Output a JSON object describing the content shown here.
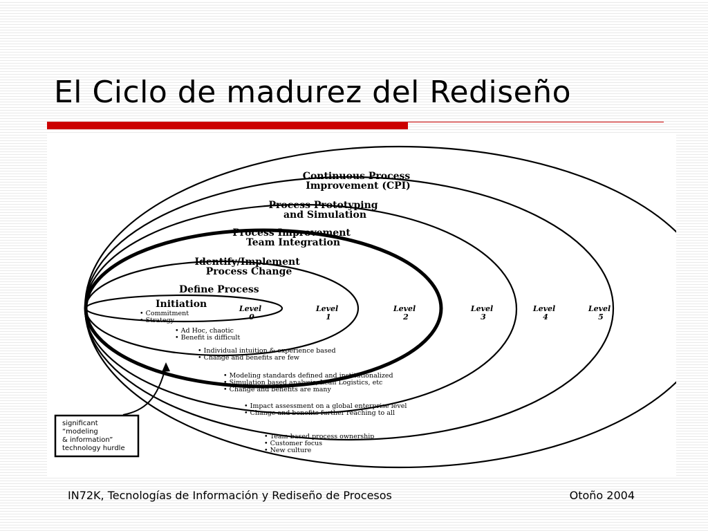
{
  "slide": {
    "title": "El Ciclo de madurez del Rediseño",
    "footer_left": "IN72K, Tecnologías de Información y Rediseño de Procesos",
    "footer_right": "Otoño 2004"
  },
  "diagram": {
    "stages": [
      {
        "lines": [
          "Initiation"
        ]
      },
      {
        "lines": [
          "Define Process"
        ]
      },
      {
        "lines": [
          "Identify/Implement",
          "Process Change"
        ]
      },
      {
        "lines": [
          "Process Improvement",
          "Team Integration"
        ]
      },
      {
        "lines": [
          "Process Prototyping",
          "and Simulation"
        ]
      },
      {
        "lines": [
          "Continuous Process",
          "Improvement (CPI)"
        ]
      }
    ],
    "levels": [
      {
        "word": "Level",
        "num": "0"
      },
      {
        "word": "Level",
        "num": "1"
      },
      {
        "word": "Level",
        "num": "2"
      },
      {
        "word": "Level",
        "num": "3"
      },
      {
        "word": "Level",
        "num": "4"
      },
      {
        "word": "Level",
        "num": "5"
      }
    ],
    "bullet_groups": [
      [
        "• Commitment",
        "• Strategy"
      ],
      [
        "• Ad Hoc, chaotic",
        "• Benefit is difficult"
      ],
      [
        "• Individual intuition & experience based",
        "• Change and benefits are few"
      ],
      [
        "• Modeling standards defined and institutionalized",
        "• Simulation based analysis, Lean Logistics, etc",
        "• Change and benefits are many"
      ],
      [
        "• Impact assessment on a global enterprise level",
        "• Change and benefits further reaching to all"
      ],
      [
        "• Team-based process ownership",
        "• Customer focus",
        "• New culture"
      ]
    ],
    "hurdle_lines": [
      "significant",
      "“modeling",
      "& information”",
      "technology hurdle"
    ]
  }
}
